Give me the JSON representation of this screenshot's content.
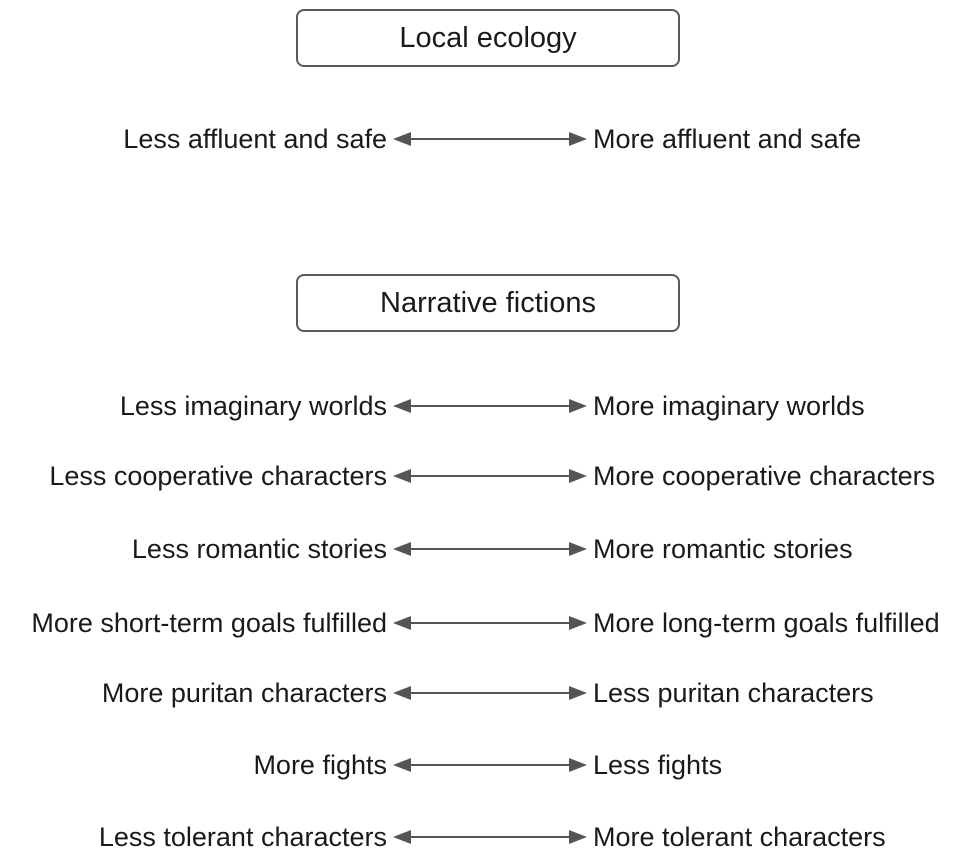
{
  "boxes": {
    "ecology": "Local ecology",
    "fictions": "Narrative fictions"
  },
  "ecology_rows": [
    {
      "left": "Less affluent and safe",
      "right": "More affluent and safe"
    }
  ],
  "fiction_rows": [
    {
      "left": "Less imaginary worlds",
      "right": "More imaginary worlds"
    },
    {
      "left": "Less cooperative characters",
      "right": "More cooperative characters"
    },
    {
      "left": "Less romantic stories",
      "right": "More romantic stories"
    },
    {
      "left": "More short-term goals fulfilled",
      "right": "More long-term goals fulfilled"
    },
    {
      "left": "More puritan characters",
      "right": "Less puritan characters"
    },
    {
      "left": "More fights",
      "right": "Less fights"
    },
    {
      "left": "Less tolerant characters",
      "right": "More tolerant characters"
    }
  ],
  "colors": {
    "arrow": "#555555",
    "box_border": "#5a5a5a",
    "text": "#1a1a1a"
  }
}
